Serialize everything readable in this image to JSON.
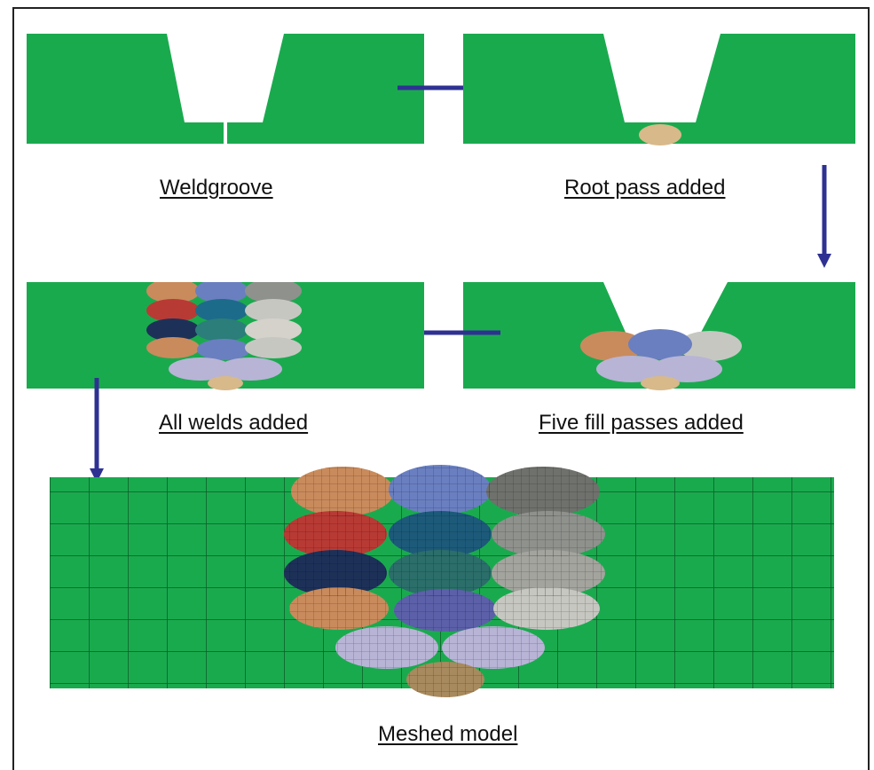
{
  "figure": {
    "panels": [
      {
        "id": "weldgroove",
        "caption": "Weldgroove"
      },
      {
        "id": "root-pass",
        "caption": "Root pass added"
      },
      {
        "id": "all-welds",
        "caption": "All welds added"
      },
      {
        "id": "five-fill",
        "caption": "Five fill passes added"
      },
      {
        "id": "meshed",
        "caption": "Meshed model"
      }
    ]
  },
  "colors": {
    "plate_green": "#1aaa4e",
    "mesh_line": "#0d5a26",
    "arrow_blue": "#2e3192",
    "bead_tan": "#d8b98a",
    "bead_orange": "#c98b5c",
    "bead_blue": "#6a7fc0",
    "bead_lilac": "#b8b4d6",
    "bead_red": "#b83a35",
    "bead_navy": "#1d3158",
    "bead_teal": "#2b7e7a",
    "bead_grey": "#8f918d",
    "bead_lightgrey": "#c7c7c2"
  }
}
